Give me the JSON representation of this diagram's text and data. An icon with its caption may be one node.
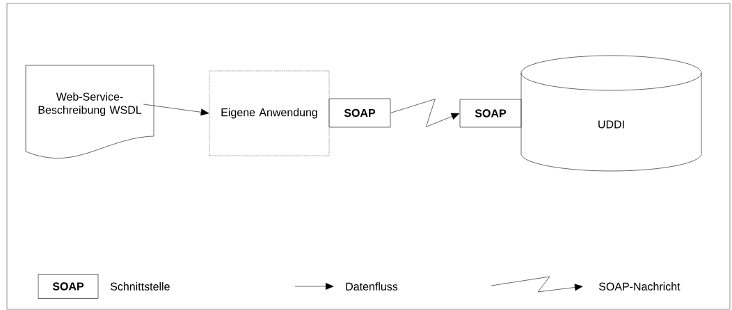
{
  "diagram": {
    "nodes": [
      {
        "text": [
          "Web-Service-Beschreibung WSDL"
        ]
      },
      {
        "text": [
          "Eigene Anwendung"
        ]
      },
      {
        "text": [
          "SOAP"
        ]
      },
      {
        "text": [
          "SOAP"
        ]
      },
      {
        "text": [
          "UDDI"
        ]
      }
    ],
    "edges": [
      {
        "from": 0,
        "to": 1,
        "arrow": "to"
      },
      {
        "from": 2,
        "to": 3,
        "arrow": "to"
      }
    ],
    "labels": [
      "SOAP"
    ],
    "legend": [
      {
        "text": "Schnittstelle"
      },
      {
        "text": "Datenfluss"
      },
      {
        "text": "SOAP-Nachricht"
      }
    ]
  }
}
